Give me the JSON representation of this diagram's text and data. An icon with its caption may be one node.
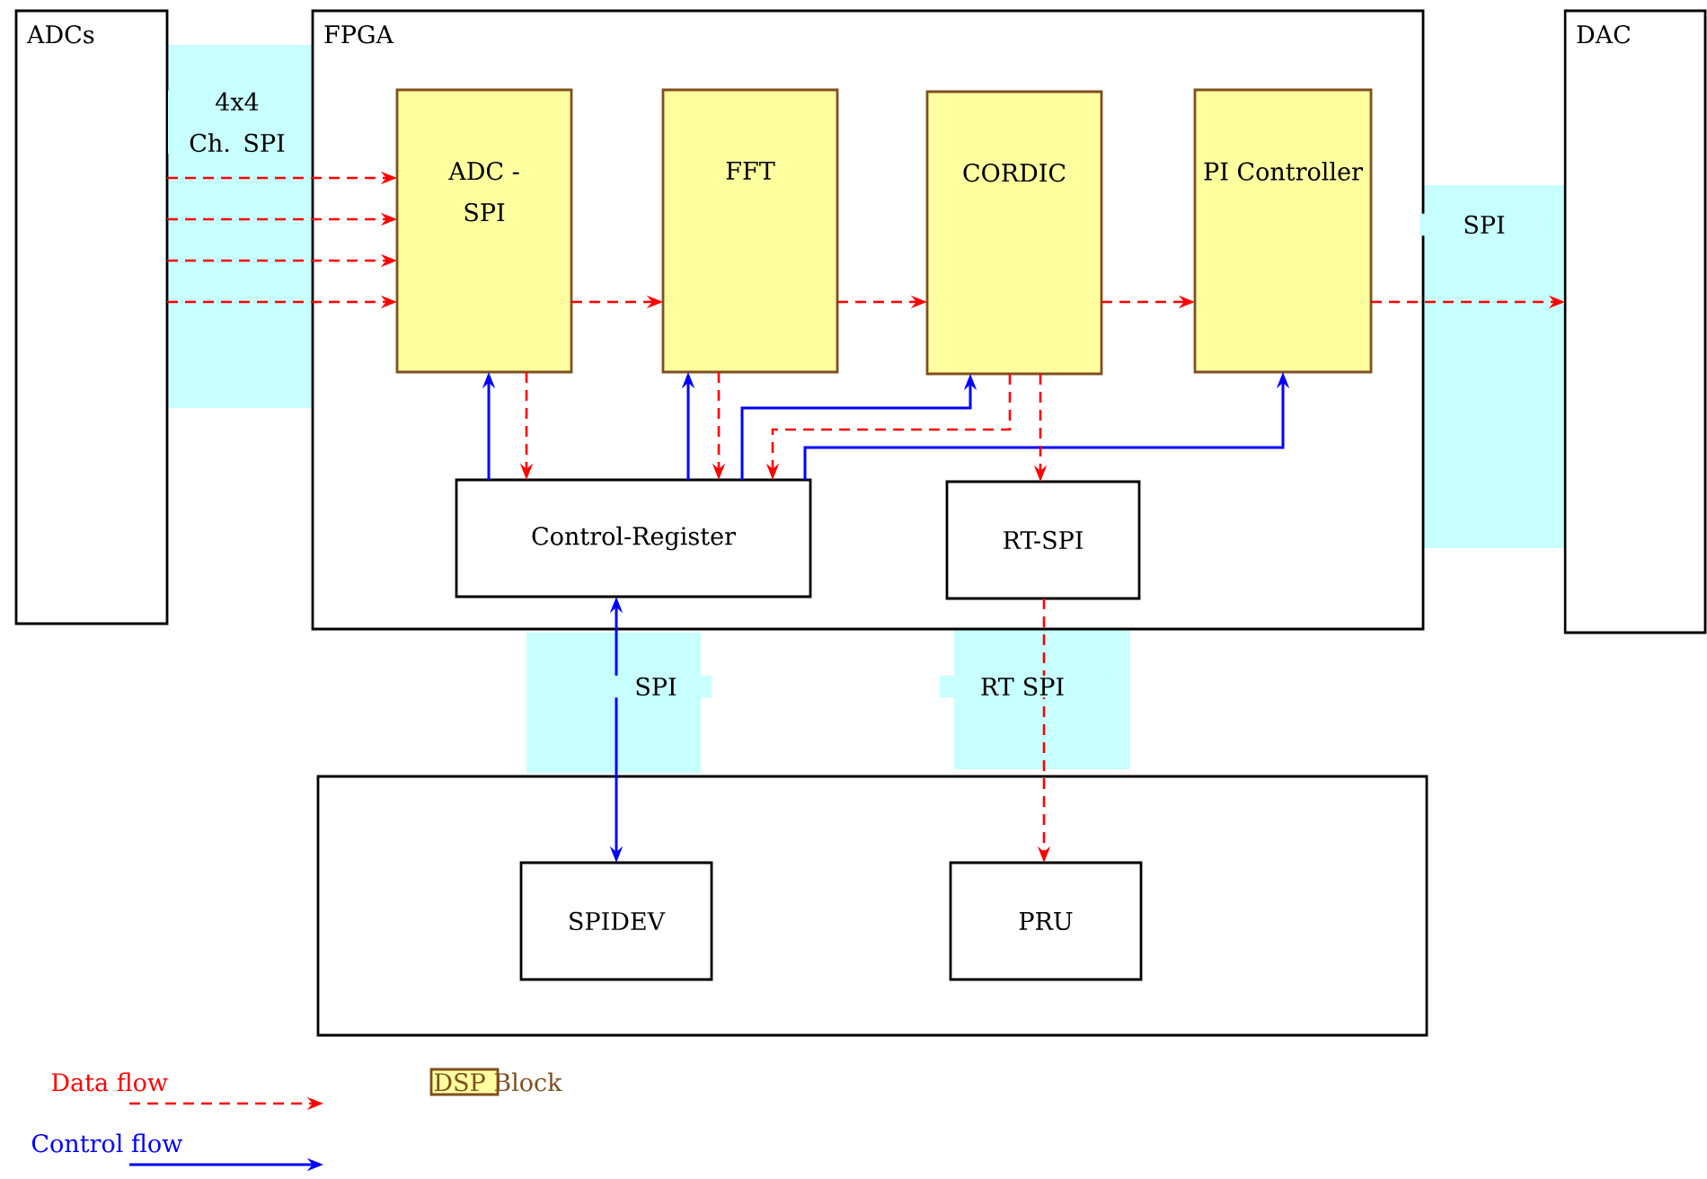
{
  "diagram": {
    "nodes": [
      {
        "text": [
          "ADCs"
        ]
      },
      {
        "text": [
          "FPGA"
        ]
      },
      {
        "text": [
          "ADC - SPI"
        ],
        "in": 1
      },
      {
        "text": [
          "FFT"
        ],
        "in": 1
      },
      {
        "text": [
          "CORDIC"
        ],
        "in": 1
      },
      {
        "text": [
          "PI Controller"
        ],
        "in": 1
      },
      {
        "text": [
          "Control-Register"
        ],
        "in": 1
      },
      {
        "text": [
          "RT-SPI"
        ],
        "in": 1
      },
      {
        "text": [
          "DAC"
        ]
      },
      {
        "text": [],
        "shape": "box"
      },
      {
        "text": [
          "SPIDEV"
        ],
        "in": 9
      },
      {
        "text": [
          "PRU"
        ],
        "in": 9
      }
    ],
    "edges": [
      {
        "from": 0,
        "to": 2,
        "arrow": "to",
        "style": "dashed"
      },
      {
        "from": 0,
        "to": 2,
        "arrow": "to",
        "style": "dashed"
      },
      {
        "from": 0,
        "to": 2,
        "arrow": "to",
        "style": "dashed"
      },
      {
        "from": 0,
        "to": 2,
        "arrow": "to",
        "style": "dashed"
      },
      {
        "from": 2,
        "to": 3,
        "arrow": "to",
        "style": "dashed"
      },
      {
        "from": 3,
        "to": 4,
        "arrow": "to",
        "style": "dashed"
      },
      {
        "from": 4,
        "to": 5,
        "arrow": "to",
        "style": "dashed"
      },
      {
        "from": 5,
        "to": 8,
        "arrow": "to",
        "style": "dashed"
      },
      {
        "from": 6,
        "to": 2,
        "arrow": "to",
        "color": "#0000ff"
      },
      {
        "from": 2,
        "to": 6,
        "arrow": "to",
        "style": "dashed"
      },
      {
        "from": 6,
        "to": 3,
        "arrow": "to",
        "color": "#0000ff"
      },
      {
        "from": 3,
        "to": 6,
        "arrow": "to",
        "style": "dashed"
      },
      {
        "from": 6,
        "to": 4,
        "arrow": "to",
        "color": "#0000ff"
      },
      {
        "from": 4,
        "to": 6,
        "arrow": "to",
        "style": "dashed"
      },
      {
        "from": 6,
        "to": 5,
        "arrow": "to",
        "color": "#0000ff"
      },
      {
        "from": 4,
        "to": 7,
        "arrow": "to",
        "style": "dashed"
      },
      {
        "from": 6,
        "to": 10,
        "arrow": "both",
        "color": "#0000ff"
      },
      {
        "from": 7,
        "to": 11,
        "arrow": "to",
        "style": "dashed"
      }
    ],
    "labels": [
      "4x4 Ch. SPI",
      "SPI",
      "SPI",
      "RT SPI"
    ],
    "legend": [
      {
        "text": "Data flow"
      },
      {
        "text": "Control flow"
      },
      {
        "text": "DSP Block",
        "color": "#ffffa0"
      }
    ]
  }
}
